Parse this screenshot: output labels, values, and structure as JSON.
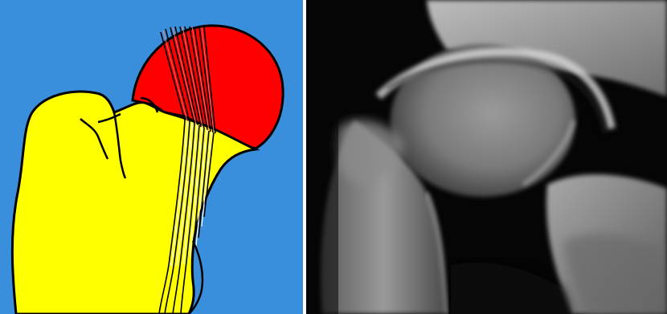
{
  "figure": {
    "panels": [
      {
        "id": "diagram",
        "kind": "illustration",
        "colors": {
          "background": "#3a8fdc",
          "femoral_head": "#ff0000",
          "femoral_neck_and_shaft": "#ffff00",
          "outline": "#000000",
          "vessel_lines_on_head": "#000000",
          "vessel_lines_on_neck": "#ffffff"
        }
      },
      {
        "id": "radiograph",
        "kind": "x-ray",
        "colors": {
          "background": "#050505",
          "bone": "#c8c8c8"
        }
      }
    ],
    "divider_color": "#ffffff"
  }
}
